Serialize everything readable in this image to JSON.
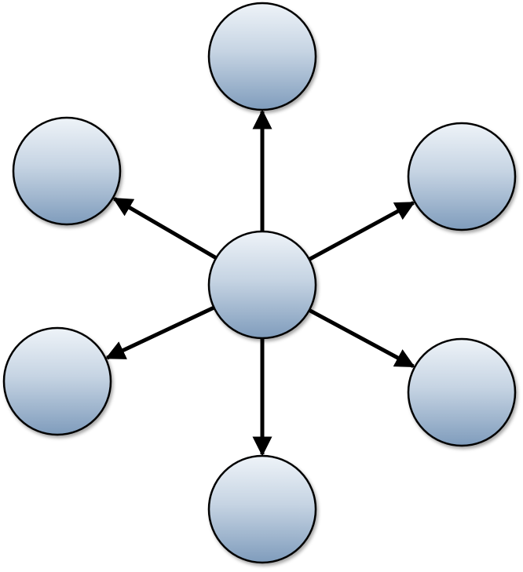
{
  "diagram": {
    "type": "hub-and-spoke",
    "hub": {
      "id": "center",
      "label": ""
    },
    "nodes": [
      {
        "id": "top",
        "label": ""
      },
      {
        "id": "upper-left",
        "label": ""
      },
      {
        "id": "upper-right",
        "label": ""
      },
      {
        "id": "lower-left",
        "label": ""
      },
      {
        "id": "lower-right",
        "label": ""
      },
      {
        "id": "bottom",
        "label": ""
      }
    ],
    "edges": [
      {
        "from": "center",
        "to": "top",
        "directed": true
      },
      {
        "from": "center",
        "to": "upper-left",
        "directed": true
      },
      {
        "from": "center",
        "to": "upper-right",
        "directed": true
      },
      {
        "from": "center",
        "to": "lower-left",
        "directed": true
      },
      {
        "from": "center",
        "to": "lower-right",
        "directed": true
      },
      {
        "from": "center",
        "to": "bottom",
        "directed": true
      }
    ],
    "colors": {
      "node_fill_top": "#eef3f8",
      "node_fill_bottom": "#7f9cbc",
      "node_stroke": "#000000",
      "edge": "#000000",
      "background": "#ffffff"
    }
  }
}
